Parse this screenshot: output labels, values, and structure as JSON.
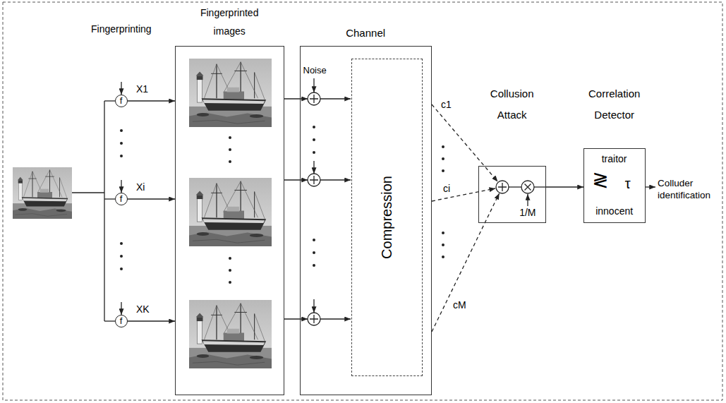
{
  "diagram": {
    "nodes": [
      {
        "text": [
          "f"
        ]
      },
      {
        "text": [
          "f"
        ]
      },
      {
        "text": [
          "f"
        ]
      },
      {
        "text": [
          "Fingerprinted images"
        ]
      },
      {
        "text": [
          "Channel"
        ]
      },
      {
        "text": [
          "Compression"
        ],
        "in": 4
      },
      {
        "text": [
          "Collusion Attack",
          "1/M"
        ]
      },
      {
        "text": [
          "Correlation Detector",
          "traitor",
          "≷",
          "τ",
          "innocent"
        ]
      }
    ],
    "edges": [
      {
        "from": 0,
        "to": 3,
        "arrow": "to",
        "label": "X1"
      },
      {
        "from": 1,
        "to": 3,
        "arrow": "to",
        "label": "Xi"
      },
      {
        "from": 2,
        "to": 3,
        "arrow": "to",
        "label": "XK"
      },
      {
        "from": 3,
        "to": 4,
        "arrow": "to"
      },
      {
        "from": 3,
        "to": 4,
        "arrow": "to"
      },
      {
        "from": 3,
        "to": 4,
        "arrow": "to"
      },
      {
        "from": 4,
        "to": 6,
        "arrow": "to",
        "label": "c1"
      },
      {
        "from": 4,
        "to": 6,
        "arrow": "to",
        "label": "ci"
      },
      {
        "from": 4,
        "to": 6,
        "arrow": "to",
        "label": "cM"
      },
      {
        "from": 6,
        "to": 7,
        "arrow": "to"
      }
    ],
    "labels": [
      "Fingerprinting",
      "Noise",
      "Colluder identification"
    ]
  }
}
